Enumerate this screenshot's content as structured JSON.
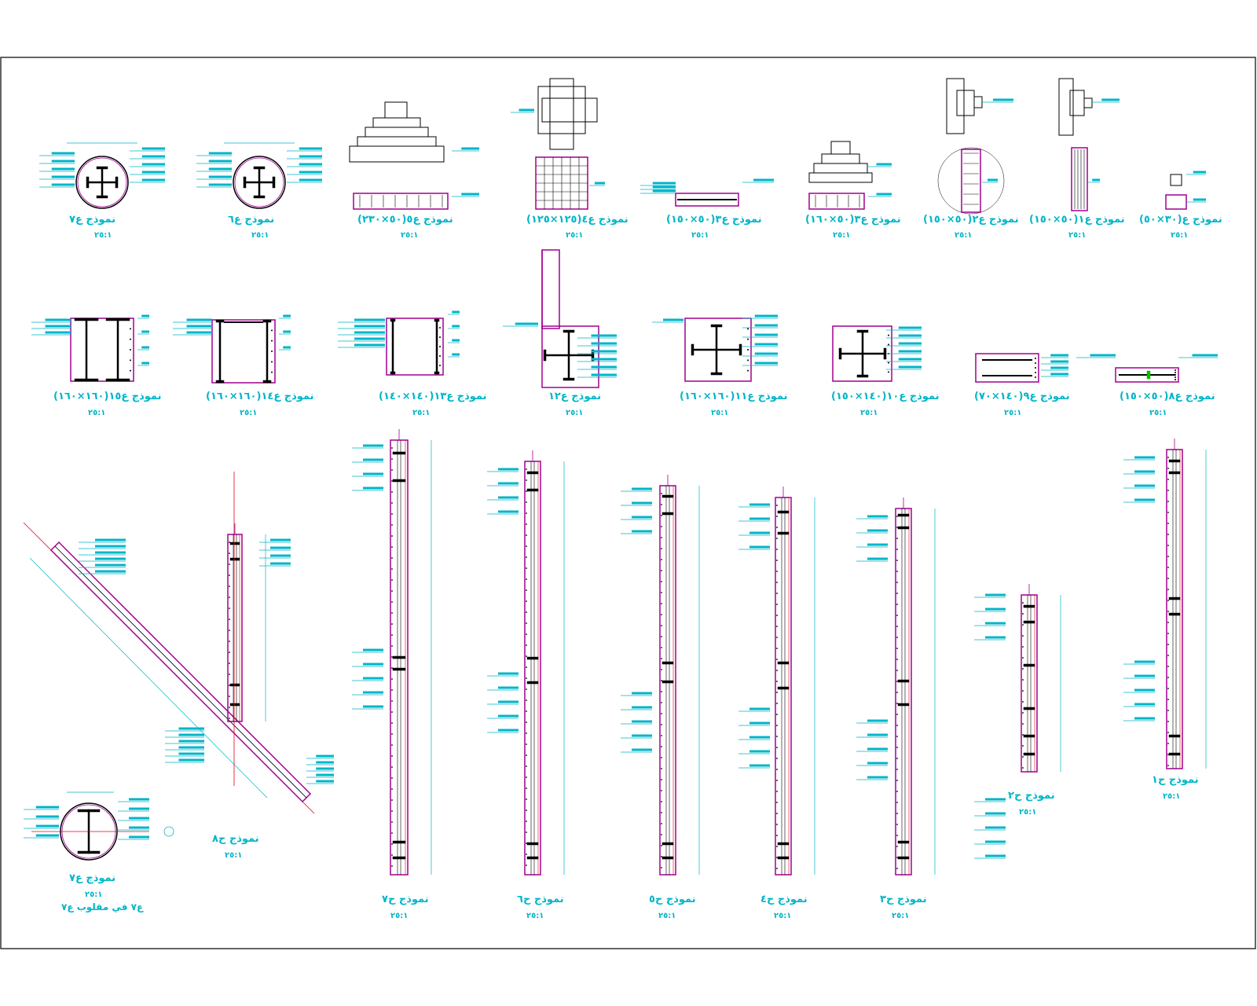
{
  "drawing": {
    "frame": "structural column and bracing details",
    "colors": {
      "outline": "#a0008f",
      "dim": "#00b5c8",
      "steel": "#000000",
      "axis": "#e0001a"
    }
  },
  "section_labels": {
    "a7": "نموذج ع٧",
    "a6": "نموذج ع٦",
    "a5": "نموذج ع٥(٥٠×٢٣٠)",
    "a4": "نموذج ع٤(١٢٥×١٢٥)",
    "a3": "نموذج ع٣(٥٠×١٥٠)",
    "a2x": "نموذج ع٣(٥٠×١٦٠)",
    "a2": "نموذج ع٢(٥٠×١٥٠)",
    "a1": "نموذج ع١(٥٠×١٥٠)",
    "a0": "نموذج ع(٣٠×٥٠)",
    "b15": "نموذج ع١٥(١٦٠×١٦٠)",
    "b14": "نموذج ع١٤(١٦٠×١٦٠)",
    "b13": "نموذج ع١٣(١٤٠×١٤٠)",
    "b12": "نموذج ع١٢",
    "b11": "نموذج ع١١(١٦٠×١٦٠)",
    "b10": "نموذج ع١٠(١٤٠×١٥٠)",
    "b9": "نموذج ع٩(١٤٠×٧٠)",
    "b8": "نموذج ع٨(٥٠×١٥٠)",
    "c8": "نموذج ح٨",
    "c7b": "نموذج ع٧",
    "c7": "نموذج ح٧",
    "c6": "نموذج ح٦",
    "c5": "نموذج ح٥",
    "c4": "نموذج ح٤",
    "c3": "نموذج ح٣",
    "c2": "نموذج ح٢",
    "c1": "نموذج ح١"
  },
  "scale_text": "٢٥:١",
  "note_c7b": "ع٧ في مقلوب ع٧"
}
